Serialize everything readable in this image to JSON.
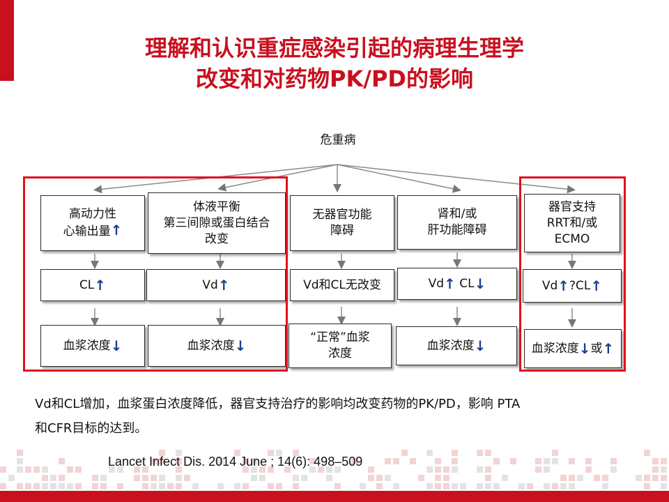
{
  "title": {
    "line1": "理解和认识重症感染引起的病理生理学",
    "line2": "改变和对药物PK/PD的影响"
  },
  "diagram": {
    "root": "危重病",
    "columns": [
      {
        "condition": [
          "高动力性",
          "心输出量"
        ],
        "condition_arrow": "up",
        "pk": [
          {
            "text": "CL",
            "arrow": "up"
          }
        ],
        "outcome": [
          {
            "text": "血浆浓度",
            "arrow": "down"
          }
        ]
      },
      {
        "condition": [
          "体液平衡",
          "第三间隙或蛋白结合",
          "改变"
        ],
        "condition_arrow": "",
        "pk": [
          {
            "text": "Vd",
            "arrow": "up"
          }
        ],
        "outcome": [
          {
            "text": "血浆浓度",
            "arrow": "down"
          }
        ]
      },
      {
        "condition": [
          "无器官功能",
          "障碍"
        ],
        "condition_arrow": "",
        "pk": [
          {
            "text": "Vd和CL无改变",
            "arrow": ""
          }
        ],
        "outcome": [
          {
            "text": "“正常”血浆",
            "arrow": ""
          },
          {
            "text": "浓度",
            "arrow": ""
          }
        ]
      },
      {
        "condition": [
          "肾和/或",
          "肝功能障碍"
        ],
        "condition_arrow": "",
        "pk": [
          {
            "text": "Vd",
            "arrow": "up"
          },
          {
            "text": " CL",
            "arrow": "down"
          }
        ],
        "outcome": [
          {
            "text": "血浆浓度",
            "arrow": "down"
          }
        ]
      },
      {
        "condition": [
          "器官支持",
          "RRT和/或",
          "ECMO"
        ],
        "condition_arrow": "",
        "pk": [
          {
            "text": "Vd",
            "arrow": "up"
          },
          {
            "text": "?CL",
            "arrow": "up"
          }
        ],
        "outcome": [
          {
            "text": "血浆浓度",
            "arrow": "down"
          },
          {
            "text": "或",
            "arrow": "up"
          }
        ]
      }
    ]
  },
  "summary": {
    "line1": "Vd和CL增加，血浆蛋白浓度降低，器官支持治疗的影响均改变药物的PK/PD，影响 PTA",
    "line2": "和CFR目标的达到。"
  },
  "citation": "Lancet Infect Dis. 2014 June ; 14(6): 498–509",
  "colors": {
    "accent": "#c8101f",
    "frame": "#e0101c",
    "arrow": "#1b3d8f"
  }
}
